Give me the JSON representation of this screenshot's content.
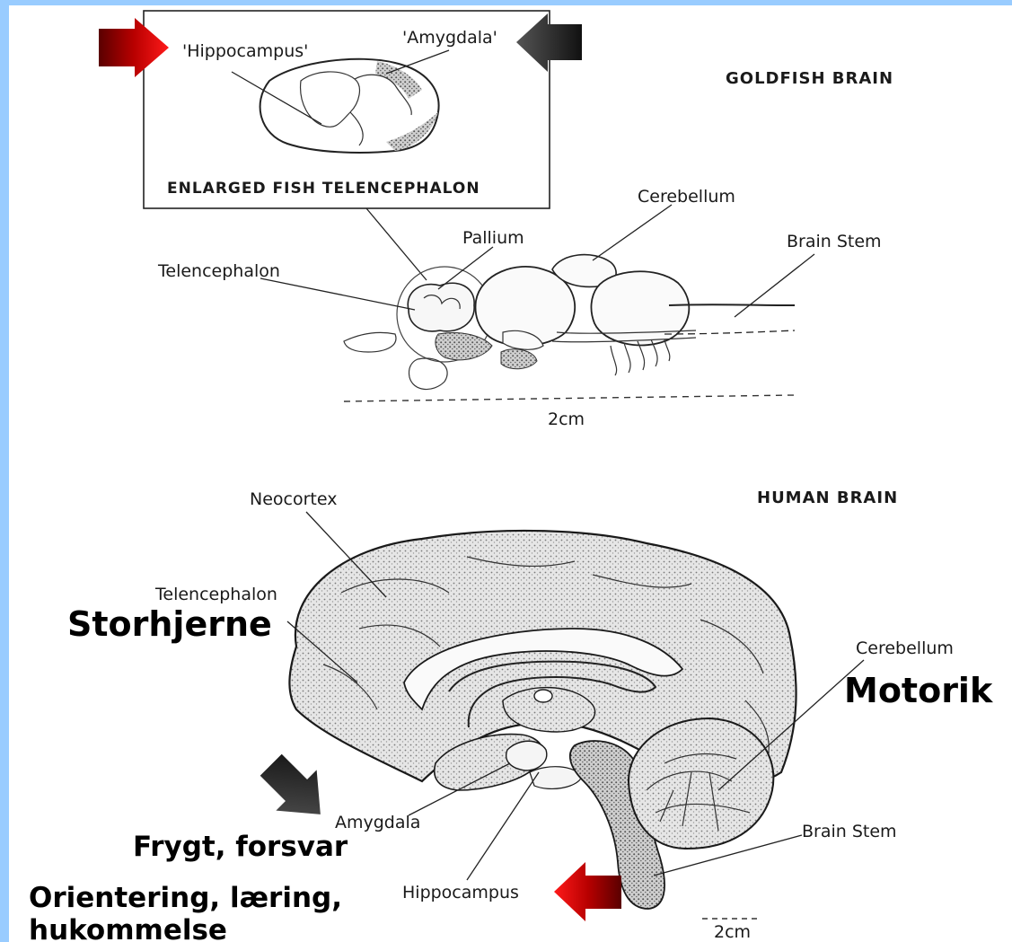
{
  "colors": {
    "frame_blue": "#99ccff",
    "arrow_red": "#ff0000",
    "arrow_dark": "#2b2b2b",
    "brain_fill": "#dcdcdc"
  },
  "fish": {
    "heading": "GOLDFISH BRAIN",
    "inset_title": "ENLARGED FISH TELENCEPHALON",
    "inset_labels": {
      "hippocampus": "'Hippocampus'",
      "amygdala": "'Amygdala'"
    },
    "labels": {
      "telencephalon": "Telencephalon",
      "pallium": "Pallium",
      "cerebellum": "Cerebellum",
      "brain_stem": "Brain Stem"
    },
    "scale": "2cm"
  },
  "human": {
    "heading": "HUMAN BRAIN",
    "labels": {
      "neocortex": "Neocortex",
      "telencephalon": "Telencephalon",
      "cerebellum": "Cerebellum",
      "amygdala": "Amygdala",
      "hippocampus": "Hippocampus",
      "brain_stem": "Brain Stem"
    },
    "scale": "2cm"
  },
  "annotations": {
    "storhjerne": "Storhjerne",
    "motorik": "Motorik",
    "frygt": "Frygt, forsvar",
    "orientering_line1": "Orientering, læring,",
    "orientering_line2": "hukommelse"
  },
  "icons": [
    "red-arrow-icon",
    "dark-arrow-icon"
  ]
}
